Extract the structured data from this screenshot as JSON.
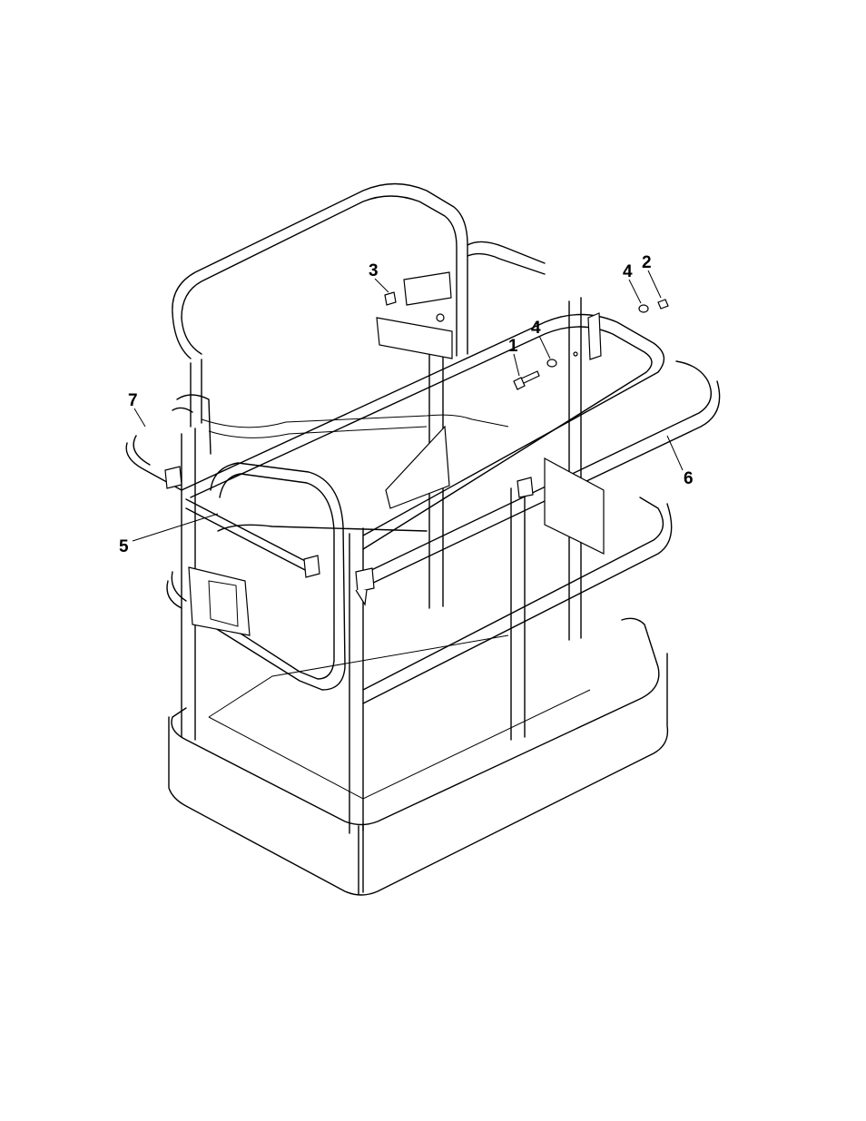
{
  "callouts": [
    {
      "id": "1",
      "label": "1"
    },
    {
      "id": "2",
      "label": "2"
    },
    {
      "id": "3",
      "label": "3"
    },
    {
      "id": "4a",
      "label": "4"
    },
    {
      "id": "4b",
      "label": "4"
    },
    {
      "id": "5",
      "label": "5"
    },
    {
      "id": "6",
      "label": "6"
    },
    {
      "id": "7",
      "label": "7"
    }
  ]
}
